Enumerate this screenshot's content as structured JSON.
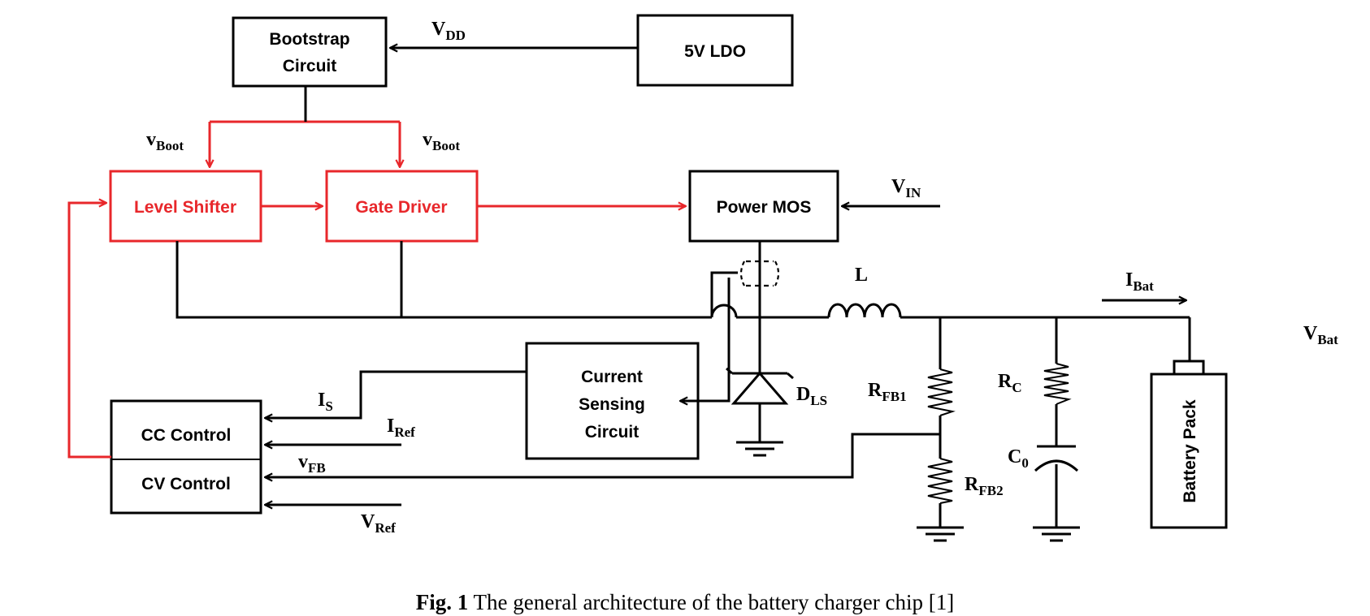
{
  "colors": {
    "black": "#000000",
    "red": "#e8272b"
  },
  "blocks": {
    "bootstrap": {
      "line1": "Bootstrap",
      "line2": "Circuit"
    },
    "ldo": "5V LDO",
    "level_shifter": "Level Shifter",
    "gate_driver": "Gate Driver",
    "power_mos": "Power MOS",
    "current_sensing": {
      "line1": "Current",
      "line2": "Sensing",
      "line3": "Circuit"
    },
    "cc_control": "CC Control",
    "cv_control": "CV Control",
    "battery_pack": "Battery Pack"
  },
  "signals": {
    "vdd": {
      "main": "V",
      "sub": "DD"
    },
    "vboot_left": {
      "main": "v",
      "sub": "Boot"
    },
    "vboot_right": {
      "main": "v",
      "sub": "Boot"
    },
    "vin": {
      "main": "V",
      "sub": "IN"
    },
    "is": {
      "main": "I",
      "sub": "S"
    },
    "iref": {
      "main": "I",
      "sub": "Ref"
    },
    "vfb": {
      "main": "v",
      "sub": "FB"
    },
    "vref": {
      "main": "V",
      "sub": "Ref"
    },
    "ibat": {
      "main": "I",
      "sub": "Bat"
    },
    "vbat": {
      "main": "V",
      "sub": "Bat"
    }
  },
  "components": {
    "inductor": "L",
    "diode": {
      "main": "D",
      "sub": "LS"
    },
    "rfb1": {
      "main": "R",
      "sub": "FB1"
    },
    "rfb2": {
      "main": "R",
      "sub": "FB2"
    },
    "rc": {
      "main": "R",
      "sub": "C"
    },
    "c0": {
      "main": "C",
      "sub": "0"
    }
  },
  "caption": {
    "fig": "Fig. 1",
    "text": " The general architecture of the battery charger chip [1]"
  }
}
